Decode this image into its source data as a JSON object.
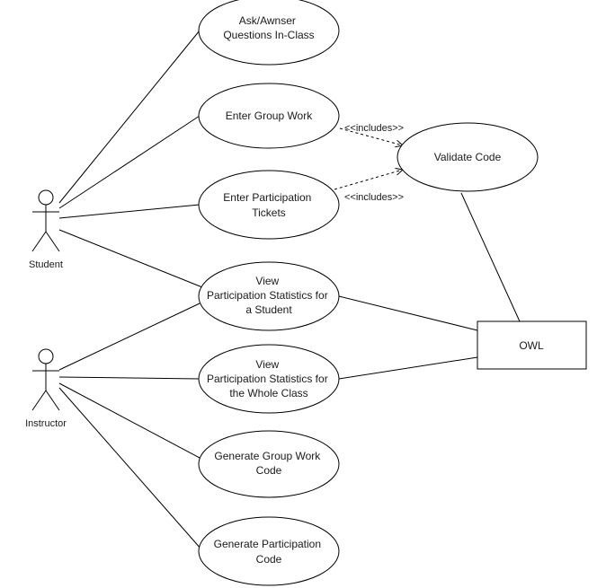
{
  "actors": {
    "student": "Student",
    "instructor": "Instructor"
  },
  "use_cases": {
    "ask_answer": [
      "Ask/Awnser",
      "Questions In-Class"
    ],
    "enter_group_work": [
      "Enter Group Work"
    ],
    "enter_participation_tickets": [
      "Enter Participation",
      "Tickets"
    ],
    "view_stats_student": [
      "View",
      "Participation Statistics for",
      "a Student"
    ],
    "view_stats_class": [
      "View",
      "Participation Statistics for",
      "the Whole Class"
    ],
    "generate_group_work_code": [
      "Generate Group Work",
      "Code"
    ],
    "generate_participation_code": [
      "Generate Participation",
      "Code"
    ],
    "validate_code": [
      "Validate Code"
    ]
  },
  "systems": {
    "owl": "OWL"
  },
  "relations": {
    "includes_1": "<<includes>>",
    "includes_2": "<<includes>>"
  }
}
